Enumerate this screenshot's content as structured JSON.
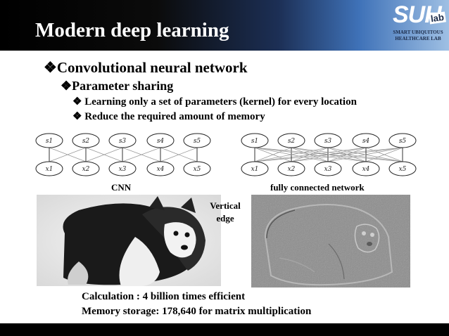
{
  "slide": {
    "title": "Modern deep learning",
    "logo": {
      "main": "SUH",
      "badge": "lab",
      "line1": "SMART UBIQUITOUS",
      "line2": "HEALTHCARE LAB"
    },
    "bullets": {
      "level1": "Convolutional neural network",
      "level2": "Parameter sharing",
      "level3": [
        "Learning only a set of parameters (kernel) for every location",
        "Reduce the required amount of memory"
      ]
    },
    "bullet_icon": "diamond-bullet-icon",
    "diagrams": {
      "cnn": {
        "caption": "CNN",
        "top_nodes": [
          "s1",
          "s2",
          "s3",
          "s4",
          "s5"
        ],
        "bottom_nodes": [
          "x1",
          "x2",
          "x3",
          "x4",
          "x5"
        ]
      },
      "fc": {
        "caption": "fully connected network",
        "top_nodes": [
          "s1",
          "s2",
          "s3",
          "s4",
          "s5"
        ],
        "bottom_nodes": [
          "x1",
          "x2",
          "x3",
          "x4",
          "x5"
        ]
      }
    },
    "images": {
      "photo": "dog-photo-image",
      "edge": "vertical-edge-image",
      "edge_label_line1": "Vertical",
      "edge_label_line2": "edge"
    },
    "notes": {
      "calculation": "Calculation : 4 billion times efficient",
      "memory": "Memory storage: 178,640 for matrix multiplication"
    },
    "colors": {
      "header_dark": "#000000",
      "header_blue": "#3f72b8",
      "text": "#000000",
      "node_stroke": "#222222"
    }
  }
}
